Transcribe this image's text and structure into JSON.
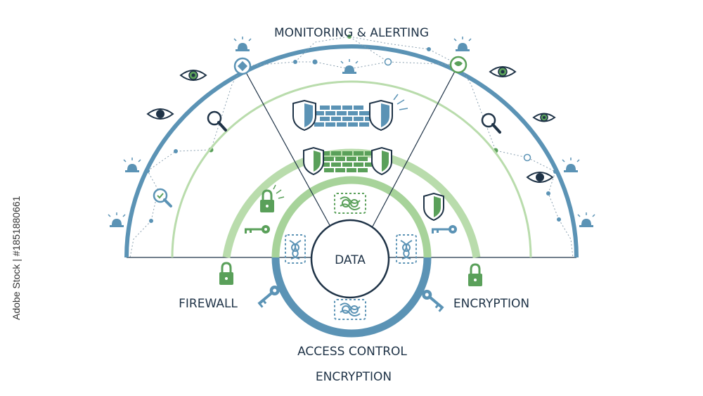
{
  "labels": {
    "title": "MONITORING & ALERTING",
    "center": "DATA",
    "firewall": "FIREWALL",
    "encryption_right": "ENCRYPTION",
    "access_control": "ACCESS CONTROL",
    "encryption_bottom": "ENCRYPTION"
  },
  "watermark": "Adobe Stock | #1851880661",
  "colors": {
    "outer_blue": "#5b93b5",
    "ring_green_light": "#b9dcac",
    "ring_green": "#a7d39a",
    "icon_green": "#5aa05a",
    "icon_blue": "#4f88ad",
    "dark": "#1f3347",
    "line_gray": "#8aa0b0"
  }
}
